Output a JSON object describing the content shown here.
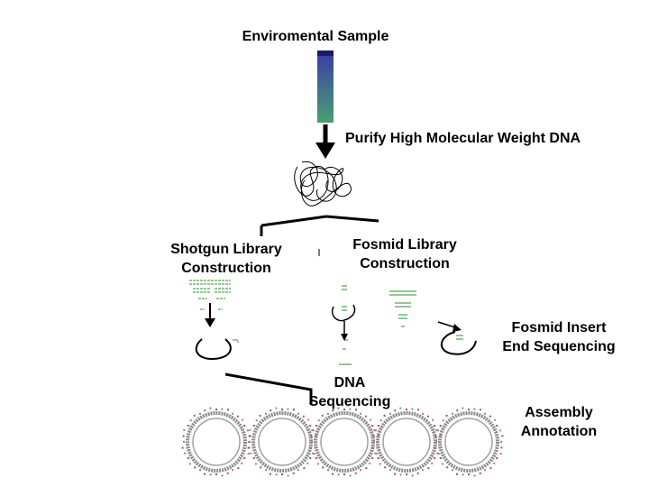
{
  "labels": {
    "sample": "Enviromental Sample",
    "purify": "Purify High Molecular Weight DNA",
    "shotgun": "Shotgun Library\nConstruction",
    "fosmid_lib": "Fosmid Library\nConstruction",
    "fosmid_end": "Fosmid Insert\nEnd Sequencing",
    "dna_seq": "DNA\nSequencing",
    "assembly": "Assembly\nAnnotation"
  },
  "colors": {
    "line": "#000000",
    "fragment": "#2e8b2e",
    "tube_top": "#3a3aa8",
    "tube_bottom": "#4aa070",
    "circle_outer": "#8a8a8a",
    "circle_inner": "#a0a0a0",
    "circle_dots": "#b84a4a"
  },
  "icons": {
    "sample_tube": "test-tube-icon",
    "dna_tangle": "dna-tangle-icon",
    "vector": "circular-vector-icon",
    "genome": "circular-genome-icon"
  }
}
